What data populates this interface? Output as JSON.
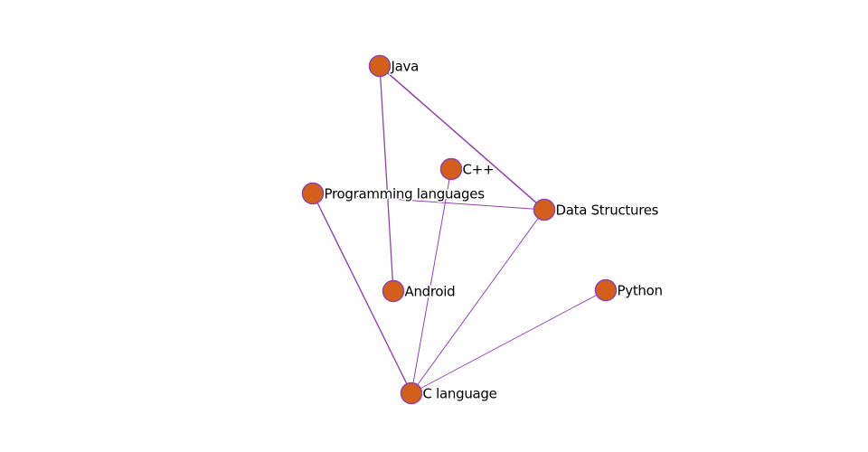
{
  "graph": {
    "node_fill": "#d35f1a",
    "node_stroke": "#8e44ad",
    "edge_color": "#8e44ad",
    "nodes": [
      {
        "id": "java",
        "label": "Java"
      },
      {
        "id": "cpp",
        "label": "C++"
      },
      {
        "id": "proglang",
        "label": "Programming languages"
      },
      {
        "id": "ds",
        "label": "Data Structures"
      },
      {
        "id": "android",
        "label": "Android"
      },
      {
        "id": "python",
        "label": "Python"
      },
      {
        "id": "clang",
        "label": "C language"
      }
    ],
    "edges": [
      {
        "source": "java",
        "target": "android"
      },
      {
        "source": "java",
        "target": "ds"
      },
      {
        "source": "proglang",
        "target": "ds"
      },
      {
        "source": "proglang",
        "target": "clang"
      },
      {
        "source": "cpp",
        "target": "clang"
      },
      {
        "source": "ds",
        "target": "clang"
      },
      {
        "source": "python",
        "target": "clang"
      }
    ]
  }
}
